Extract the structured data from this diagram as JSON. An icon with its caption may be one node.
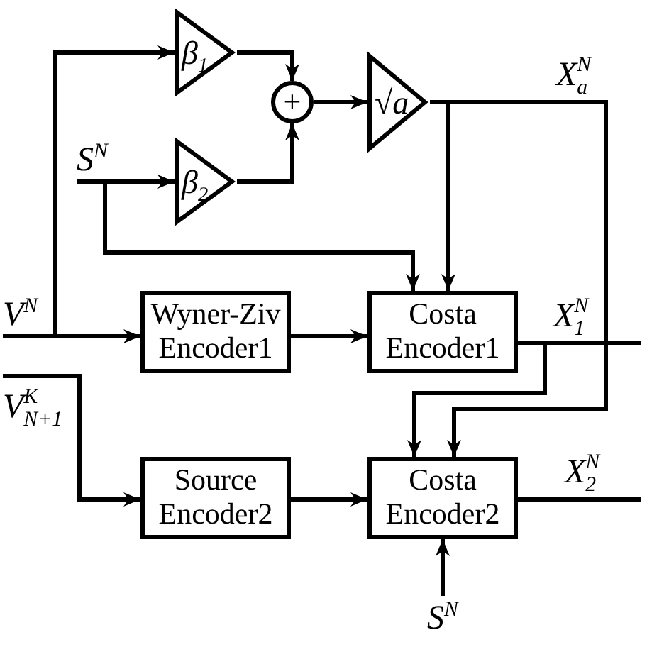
{
  "diagram": {
    "nodes": [
      {
        "text": [
          "β$_{1}$"
        ]
      },
      {
        "text": [
          "+"
        ]
      },
      {
        "text": [
          "√a"
        ]
      },
      {
        "text": [
          "β$_{2}$"
        ]
      },
      {
        "text": [
          "S$^{N}$"
        ]
      },
      {
        "text": [
          "V$^{N}$"
        ]
      },
      {
        "text": [
          "Wyner-Ziv Encoder1"
        ]
      },
      {
        "text": [
          "Costa Encoder1"
        ]
      },
      {
        "text": [
          "V$^{K}$$_{N+1}$"
        ]
      },
      {
        "text": [
          "Source Encoder2"
        ]
      },
      {
        "text": [
          "Costa Encoder2"
        ]
      },
      {
        "text": [
          "S$^{N}$"
        ]
      }
    ],
    "edges": [
      {
        "from": 5,
        "to": 0,
        "arrow": "to"
      },
      {
        "from": 5,
        "to": 6,
        "arrow": "to"
      },
      {
        "from": 0,
        "to": 1,
        "arrow": "to"
      },
      {
        "from": 3,
        "to": 1,
        "arrow": "to"
      },
      {
        "from": 4,
        "to": 3,
        "arrow": "to"
      },
      {
        "from": 1,
        "to": 2,
        "arrow": "to"
      },
      {
        "from": 2,
        "to": 7,
        "arrow": "to"
      },
      {
        "from": 2,
        "to": 10,
        "arrow": "to",
        "label": "X$^{N}$$_{a}$"
      },
      {
        "from": 4,
        "to": 7,
        "arrow": "to"
      },
      {
        "from": 6,
        "to": 7,
        "arrow": "to"
      },
      {
        "from": 7,
        "to": null,
        "arrow": "none",
        "label": "X$^{N}$$_{1}$"
      },
      {
        "from": 7,
        "to": 10,
        "arrow": "to"
      },
      {
        "from": 8,
        "to": 9,
        "arrow": "to"
      },
      {
        "from": 9,
        "to": 10,
        "arrow": "to"
      },
      {
        "from": 10,
        "to": null,
        "arrow": "none",
        "label": "X$^{N}$$_{2}$"
      },
      {
        "from": 11,
        "to": 10,
        "arrow": "to"
      }
    ]
  }
}
